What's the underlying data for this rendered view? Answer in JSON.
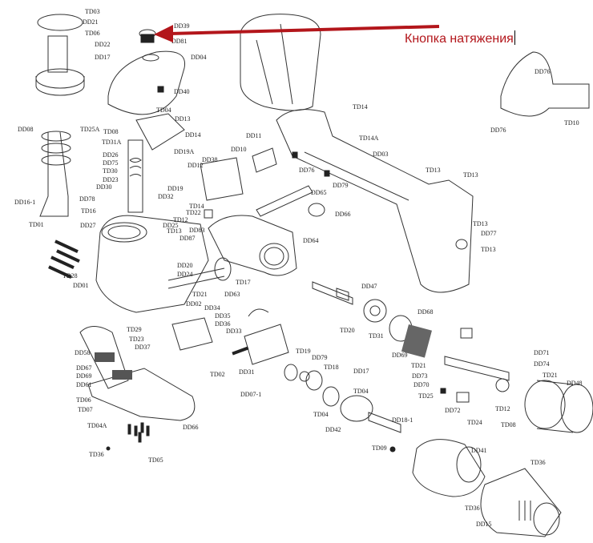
{
  "annotation": {
    "text": "Кнопка натяжения",
    "color": "#b3161b"
  },
  "labels": [
    "TD03",
    "DD21",
    "TD06",
    "DD22",
    "DD17",
    "DD39",
    "DD81",
    "DD04",
    "DD40",
    "TD04",
    "DD13",
    "DD14",
    "DD19A",
    "DD08",
    "TD25A",
    "TD08",
    "TD31A",
    "DD26",
    "DD75",
    "TD30",
    "DD23",
    "DD12",
    "DD38",
    "DD11",
    "DD10",
    "DD16-1",
    "TD16",
    "DD78",
    "DD32",
    "DD19",
    "TD14",
    "TD22",
    "TD12",
    "DD25",
    "TD13",
    "DD83",
    "DD87",
    "TD01",
    "DD27",
    "TD28",
    "DD01",
    "DD20",
    "DD24",
    "TD21",
    "DD02",
    "DD63",
    "TD17",
    "DD34",
    "DD35",
    "DD36",
    "DD33",
    "TD29",
    "TD23",
    "DD37",
    "DD58",
    "DD67",
    "DD69",
    "DD61",
    "TD06",
    "TD07",
    "TD04A",
    "DD66",
    "TD36",
    "TD05",
    "TD02",
    "DD31",
    "DD07-1",
    "TD14",
    "TD14A",
    "DD03",
    "DD76",
    "DD79",
    "TD13",
    "TD13",
    "DD65",
    "DD66",
    "DD64",
    "TD13",
    "DD77",
    "TD13",
    "DD76",
    "TD10",
    "DD47",
    "DD68",
    "TD20",
    "TD31",
    "DD69",
    "TD21",
    "DD73",
    "DD70",
    "DD71",
    "DD74",
    "TD21",
    "DD48",
    "TD19",
    "DD79",
    "TD18",
    "DD17",
    "TD04",
    "TD04",
    "DD42",
    "DD18-1",
    "TD09",
    "TD25",
    "DD72",
    "TD24",
    "TD12",
    "TD08",
    "DD41",
    "TD36",
    "TD36",
    "DD15",
    "DD30",
    "DD76"
  ]
}
